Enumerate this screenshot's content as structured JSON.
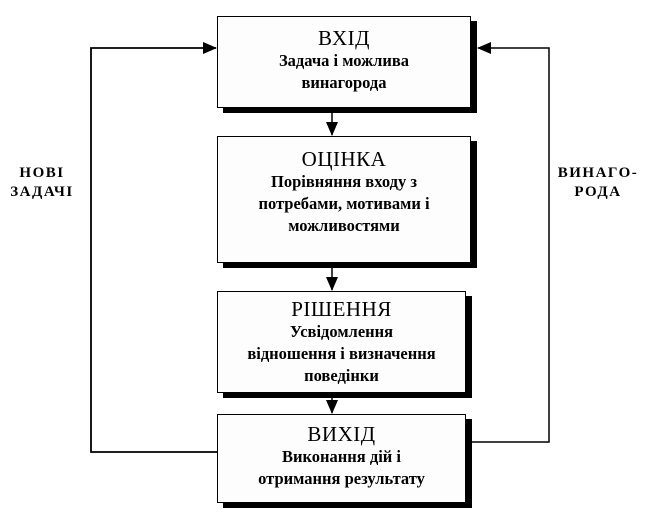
{
  "diagram": {
    "nodes": [
      {
        "id": "input",
        "title": "ВХІД",
        "lines": [
          "Задача і можлива",
          "винагорода"
        ]
      },
      {
        "id": "eval",
        "title": "ОЦІНКА",
        "lines": [
          "Порівняння входу з",
          "потребами, мотивами і",
          "можливостями"
        ]
      },
      {
        "id": "decide",
        "title": "РІШЕННЯ",
        "lines": [
          "Усвідомлення",
          "відношення і визначення",
          "поведінки"
        ]
      },
      {
        "id": "output",
        "title": "ВИХІД",
        "lines": [
          "Виконання дій і",
          "отримання результату"
        ]
      }
    ],
    "feedback": {
      "left": {
        "lines": [
          "НОВІ",
          "ЗАДАЧІ"
        ],
        "from": "output",
        "to": "input"
      },
      "right": {
        "lines": [
          "ВИНАГО-",
          "РОДА"
        ],
        "from": "output",
        "to": "input"
      }
    },
    "edges": [
      {
        "from": "input",
        "to": "eval"
      },
      {
        "from": "eval",
        "to": "decide"
      },
      {
        "from": "decide",
        "to": "output"
      }
    ],
    "colors": {
      "line": "#000000",
      "box_fill": "#fdfdfd",
      "shadow": "#000000"
    }
  }
}
